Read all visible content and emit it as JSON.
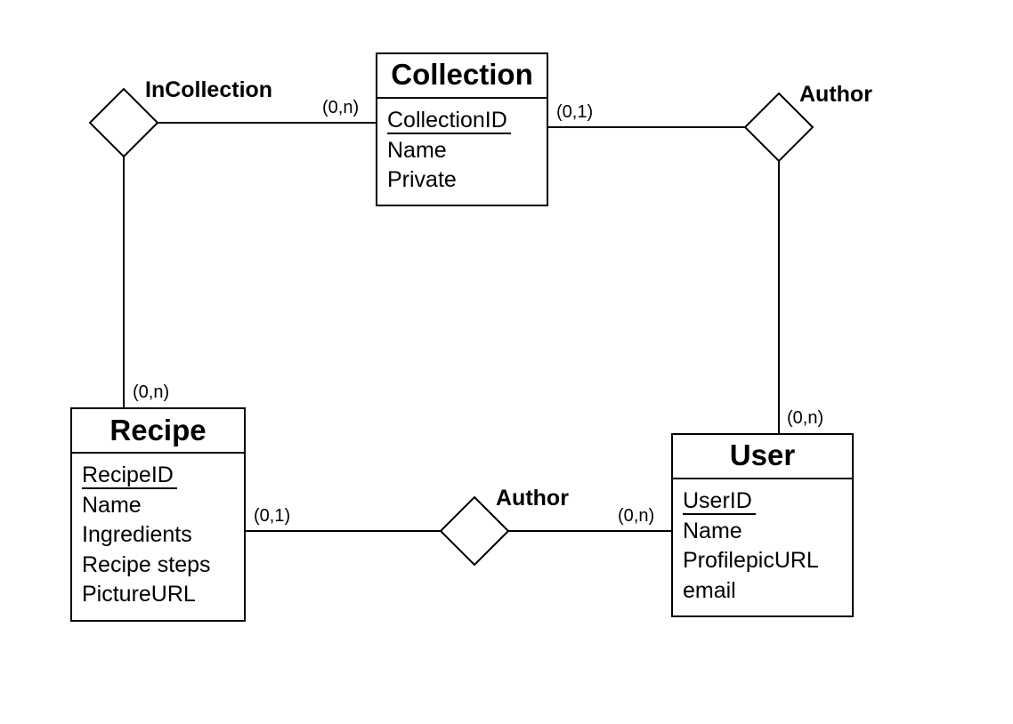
{
  "entities": {
    "collection": {
      "name": "Collection",
      "key": "CollectionID",
      "attributes": [
        "Name",
        "Private"
      ]
    },
    "recipe": {
      "name": "Recipe",
      "key": "RecipeID",
      "attributes": [
        "Name",
        "Ingredients",
        "Recipe steps",
        "PictureURL"
      ]
    },
    "user": {
      "name": "User",
      "key": "UserID",
      "attributes": [
        "Name",
        "ProfilepicURL",
        "email"
      ]
    }
  },
  "relationships": {
    "in_collection": {
      "name": "InCollection",
      "collection_card": "(0,n)",
      "recipe_card": "(0,n)"
    },
    "collection_author": {
      "name": "Author",
      "collection_card": "(0,1)",
      "user_card": "(0,n)"
    },
    "recipe_author": {
      "name": "Author",
      "recipe_card": "(0,1)",
      "user_card": "(0,n)"
    }
  }
}
